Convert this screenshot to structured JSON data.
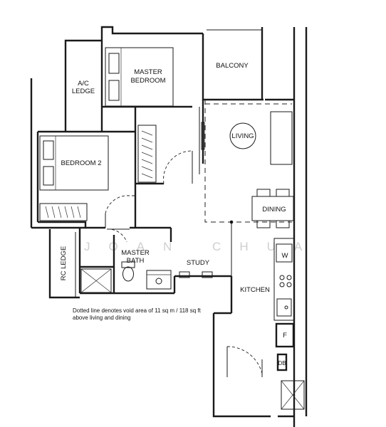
{
  "rooms": {
    "ac_ledge_1": "A/C",
    "ac_ledge_2": "LEDGE",
    "master_bedroom_1": "MASTER",
    "master_bedroom_2": "BEDROOM",
    "balcony": "BALCONY",
    "living": "LIVING",
    "bedroom_2": "BEDROOM 2",
    "dining": "DINING",
    "master_bath_1": "MASTER",
    "master_bath_2": "BATH",
    "study": "STUDY",
    "kitchen": "KITCHEN",
    "rc_ledge": "RC LEDGE"
  },
  "fixtures": {
    "washer": "W",
    "fridge": "F",
    "db": "DB"
  },
  "note": {
    "line1": "Dotted line denotes void area of 11 sq m / 118 sq ft",
    "line2": "above living and dining"
  },
  "watermark": "JOAN CHUA"
}
